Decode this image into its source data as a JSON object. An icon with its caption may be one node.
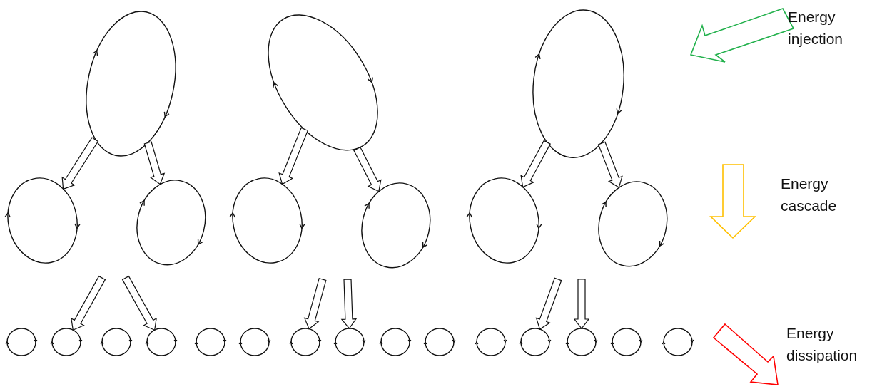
{
  "diagram": {
    "nodes": [
      {
        "text": [],
        "shape": "ellipse"
      },
      {
        "text": [],
        "shape": "ellipse"
      },
      {
        "text": [],
        "shape": "ellipse"
      },
      {
        "text": [],
        "shape": "ellipse"
      },
      {
        "text": [],
        "shape": "ellipse"
      },
      {
        "text": [],
        "shape": "ellipse"
      },
      {
        "text": [],
        "shape": "ellipse"
      },
      {
        "text": [],
        "shape": "ellipse"
      },
      {
        "text": [],
        "shape": "ellipse"
      },
      {
        "text": [],
        "shape": "circle"
      },
      {
        "text": [],
        "shape": "circle"
      },
      {
        "text": [],
        "shape": "circle"
      },
      {
        "text": [],
        "shape": "circle"
      },
      {
        "text": [],
        "shape": "circle"
      },
      {
        "text": [],
        "shape": "circle"
      },
      {
        "text": [],
        "shape": "circle"
      },
      {
        "text": [],
        "shape": "circle"
      },
      {
        "text": [],
        "shape": "circle"
      },
      {
        "text": [],
        "shape": "circle"
      },
      {
        "text": [],
        "shape": "circle"
      },
      {
        "text": [],
        "shape": "circle"
      },
      {
        "text": [],
        "shape": "circle"
      },
      {
        "text": [],
        "shape": "circle"
      },
      {
        "text": [],
        "shape": "circle"
      }
    ],
    "edges": [
      {
        "from": 0,
        "to": 3,
        "arrow": "to"
      },
      {
        "from": 0,
        "to": 4,
        "arrow": "to"
      },
      {
        "from": 1,
        "to": 5,
        "arrow": "to"
      },
      {
        "from": 1,
        "to": 6,
        "arrow": "to"
      },
      {
        "from": 2,
        "to": 7,
        "arrow": "to"
      },
      {
        "from": 2,
        "to": 8,
        "arrow": "to"
      },
      {
        "from": null,
        "to": 10,
        "arrow": "to"
      },
      {
        "from": null,
        "to": 12,
        "arrow": "to"
      },
      {
        "from": null,
        "to": 15,
        "arrow": "to"
      },
      {
        "from": null,
        "to": 16,
        "arrow": "to"
      },
      {
        "from": null,
        "to": 20,
        "arrow": "to"
      },
      {
        "from": null,
        "to": 21,
        "arrow": "to"
      }
    ],
    "labels": [
      "Energy injection",
      "Energy cascade",
      "Energy dissipation"
    ]
  }
}
